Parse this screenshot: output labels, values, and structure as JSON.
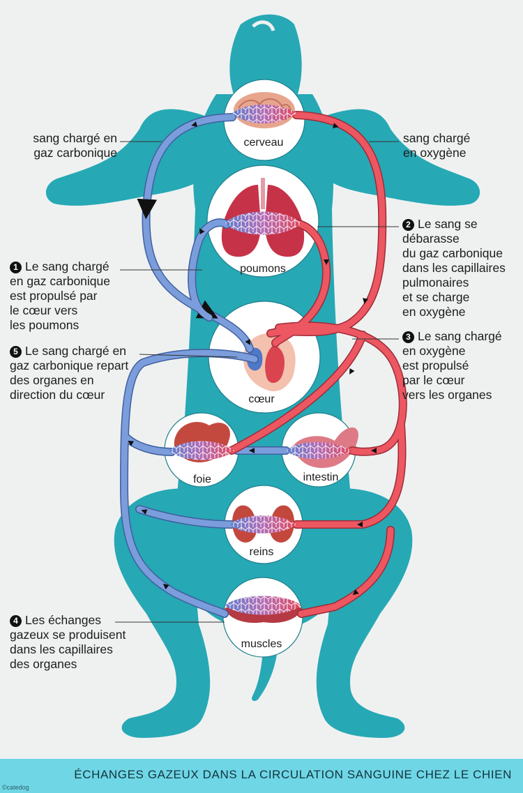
{
  "organs": {
    "brain": "cerveau",
    "lungs": "poumons",
    "heart": "cœur",
    "liver": "foie",
    "intestine": "intestin",
    "kidneys": "reins",
    "muscles": "muscles"
  },
  "labels": {
    "co2_blood": [
      "sang chargé en",
      "gaz carbonique"
    ],
    "o2_blood": [
      "sang chargé",
      "en oxygène"
    ],
    "step1": {
      "number": "1",
      "lines": [
        "Le sang chargé",
        "en gaz carbonique",
        "est propulsé par",
        "le cœur vers",
        "les poumons"
      ]
    },
    "step2": {
      "number": "2",
      "lines": [
        "Le sang se",
        "débarasse",
        "du gaz carbonique",
        "dans les capillaires",
        "pulmonaires",
        "et se charge",
        "en oxygène"
      ]
    },
    "step3": {
      "number": "3",
      "lines": [
        "Le sang chargé",
        "en oxygène",
        "est propulsé",
        "par le cœur",
        "vers les organes"
      ]
    },
    "step4": {
      "number": "4",
      "lines": [
        "Les échanges",
        "gazeux se produisent",
        "dans les capillaires",
        "des organes"
      ]
    },
    "step5": {
      "number": "5",
      "lines": [
        "Le sang chargé en",
        "gaz carbonique repart",
        "des organes en",
        "direction du cœur"
      ]
    }
  },
  "footer": {
    "title": "ÉCHANGES GAZEUX DANS LA CIRCULATION SANGUINE CHEZ LE CHIEN",
    "credit": "©catedog"
  },
  "colors": {
    "dog": "#27a8b5",
    "background": "#eff1f1",
    "oxygenated": "#e8505c",
    "deoxygenated": "#7595d6",
    "footer": "#6fd6e5"
  }
}
